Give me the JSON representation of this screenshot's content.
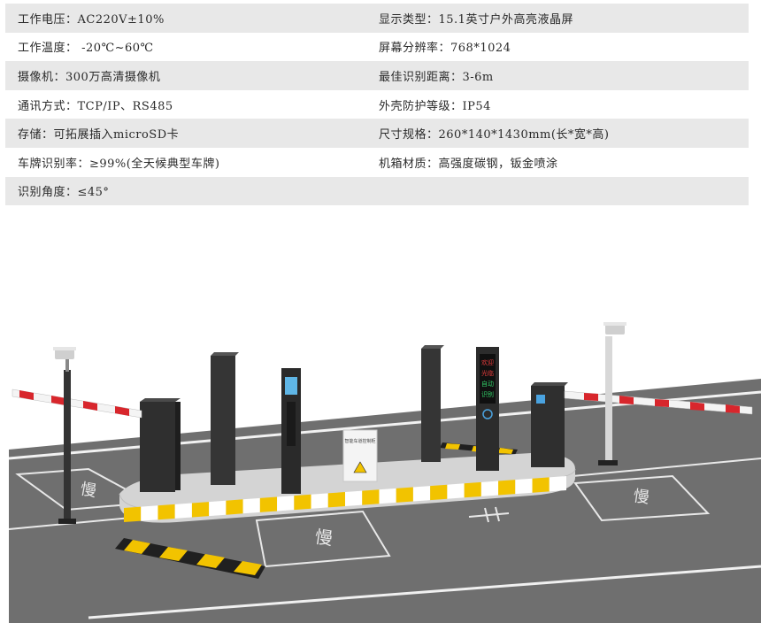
{
  "specs": {
    "rows": [
      {
        "left": "工作电压：AC220V±10%",
        "right": "显示类型：15.1英寸户外高亮液晶屏",
        "shaded": true
      },
      {
        "left": "工作温度：  -20℃~60℃",
        "right": "屏幕分辨率：768*1024",
        "shaded": false
      },
      {
        "left": "摄像机：300万高清摄像机",
        "right": "最佳识别距离：3-6m",
        "shaded": true
      },
      {
        "left": "通讯方式：TCP/IP、RS485",
        "right": "外壳防护等级：IP54",
        "shaded": false
      },
      {
        "left": "存储：可拓展插入microSD卡",
        "right": "尺寸规格：260*140*1430mm(长*宽*高)",
        "shaded": true
      },
      {
        "left": "车牌识别率：≥99%(全天候典型车牌)",
        "right": "机箱材质：高强度碳钢，钣金喷涂",
        "shaded": false
      },
      {
        "left": "识别角度：≤45°",
        "right": "",
        "shaded": true
      }
    ]
  },
  "illustration": {
    "ground_marking_text": "慢",
    "display_lines": [
      "欢迎",
      "光临",
      "自动",
      "识别"
    ],
    "cabinet_label": "智能车道控制柜",
    "colors": {
      "road": "#6e6e6e",
      "island": "#d9d9d9",
      "stripe_yellow": "#f2c300",
      "barrier_red": "#d8262c",
      "post": "#3a3a3a"
    },
    "icons": [
      "parking-p-icon",
      "hazard-warning-icon",
      "camera-icon"
    ]
  }
}
